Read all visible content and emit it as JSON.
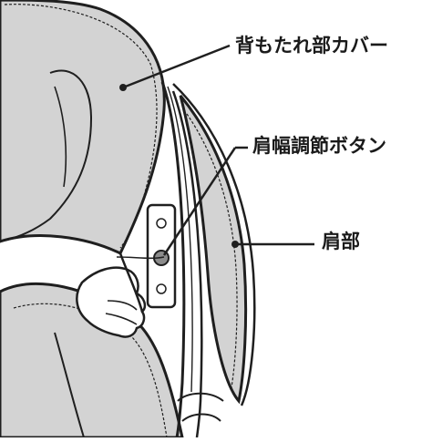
{
  "callouts": {
    "backrest_cover": "背もたれ部カバー",
    "shoulder_width_button": "肩幅調節ボタン",
    "shoulder_part": "肩部"
  },
  "colors": {
    "cover_fill": "#d3d3d3",
    "outline": "#1f1f1f",
    "button_fill": "#8c8c8c",
    "background": "#ffffff"
  }
}
